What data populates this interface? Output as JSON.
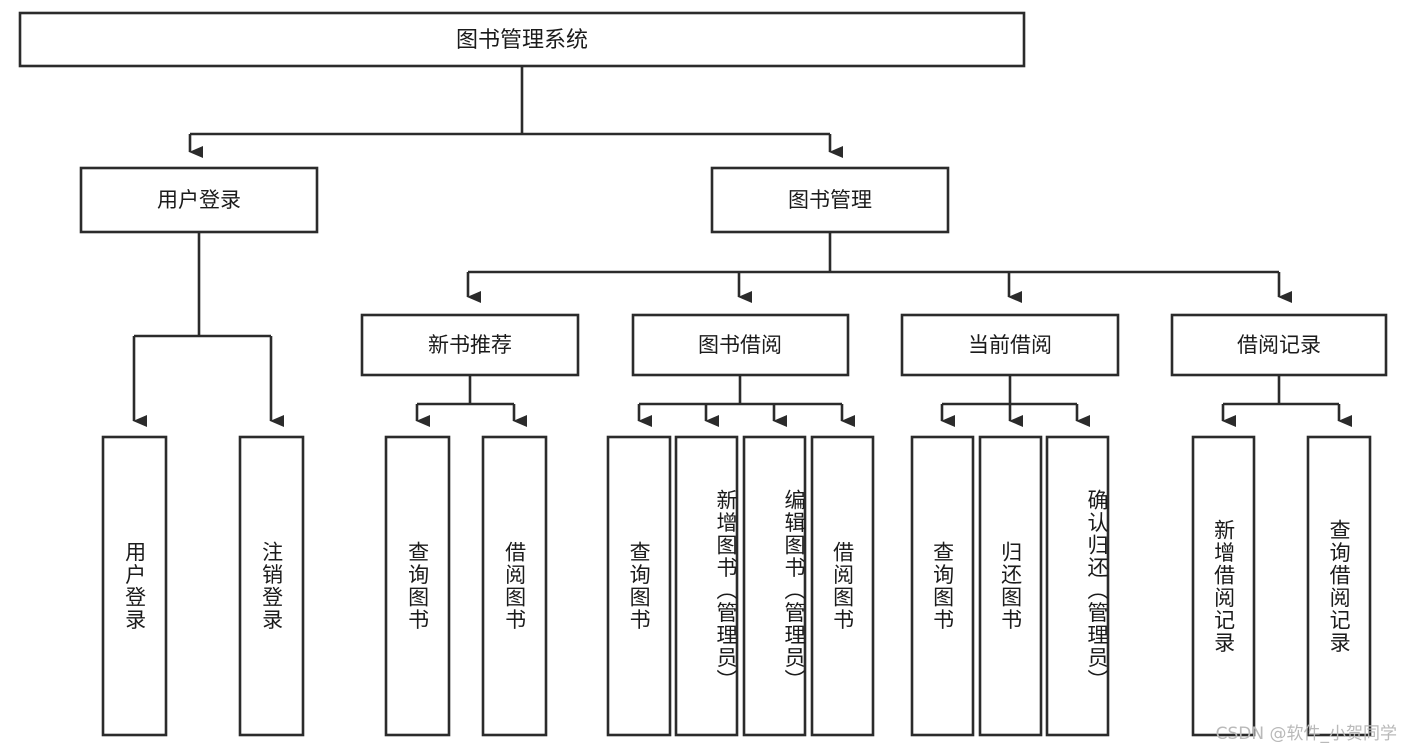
{
  "diagram": {
    "title": "图书管理系统",
    "watermark": "CSDN @软件_小贺同学",
    "line_color": "#2b2b2b",
    "box_fill": "#ffffff",
    "text_color": "#1b1b1b",
    "watermark_color": "#b9b9b9",
    "root": {
      "label": "图书管理系统"
    },
    "level2": [
      {
        "label": "用户登录"
      },
      {
        "label": "图书管理"
      }
    ],
    "level3": [
      {
        "label": "新书推荐"
      },
      {
        "label": "图书借阅"
      },
      {
        "label": "当前借阅"
      },
      {
        "label": "借阅记录"
      }
    ],
    "leaves": {
      "user_login": [
        {
          "label": "用户登录"
        },
        {
          "label": "注销登录"
        }
      ],
      "new_book_recommend": [
        {
          "label": "查询图书"
        },
        {
          "label": "借阅图书"
        }
      ],
      "book_borrow": [
        {
          "label": "查询图书"
        },
        {
          "label": "新增图书（管理员）"
        },
        {
          "label": "编辑图书（管理员）"
        },
        {
          "label": "借阅图书"
        }
      ],
      "current_borrow": [
        {
          "label": "查询图书"
        },
        {
          "label": "归还图书"
        },
        {
          "label": "确认归还（管理员）"
        }
      ],
      "borrow_records": [
        {
          "label": "新增借阅记录"
        },
        {
          "label": "查询借阅记录"
        }
      ]
    }
  }
}
